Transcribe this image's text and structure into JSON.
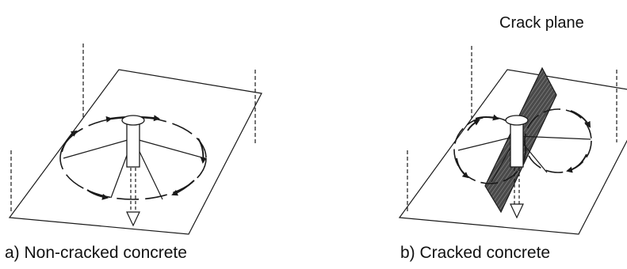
{
  "labels": {
    "crack_plane": "Crack plane",
    "caption_a": "a) Non-cracked concrete",
    "caption_b": "b) Cracked concrete"
  },
  "colors": {
    "line": "#1a1a1a",
    "crack_fill": "#3a3a3a",
    "anchor_fill": "#ffffff"
  },
  "icons": [
    "anchor-head-icon",
    "load-arrow-icon",
    "force-arrow-icon"
  ]
}
